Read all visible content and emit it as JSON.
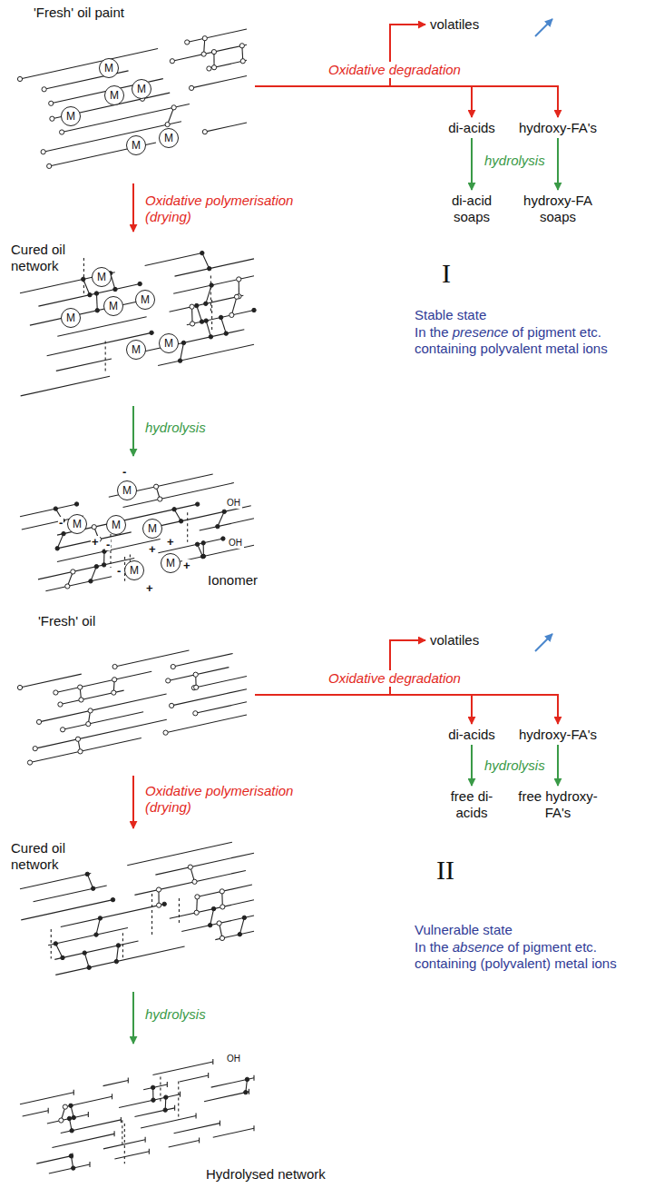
{
  "diagram": {
    "nodes": [
      {
        "text": [
          "'Fresh' oil paint"
        ]
      },
      {
        "text": [
          "volatiles"
        ]
      },
      {
        "text": [
          "di-acids"
        ]
      },
      {
        "text": [
          "hydroxy-FA's"
        ]
      },
      {
        "text": [
          "di-acid soaps"
        ]
      },
      {
        "text": [
          "hydroxy-FA soaps"
        ]
      },
      {
        "text": [
          "Cured oil network"
        ]
      },
      {
        "text": [
          "Ionomer"
        ]
      },
      {
        "text": [
          "M"
        ],
        "in": 0
      },
      {
        "text": [
          "M"
        ],
        "in": 0
      },
      {
        "text": [
          "M"
        ],
        "in": 0
      },
      {
        "text": [
          "M"
        ],
        "in": 0
      },
      {
        "text": [
          "M"
        ],
        "in": 0
      },
      {
        "text": [
          "M"
        ],
        "in": 0
      },
      {
        "text": [
          "M"
        ],
        "in": 6
      },
      {
        "text": [
          "M"
        ],
        "in": 6
      },
      {
        "text": [
          "M"
        ],
        "in": 6
      },
      {
        "text": [
          "M"
        ],
        "in": 6
      },
      {
        "text": [
          "M"
        ],
        "in": 6
      },
      {
        "text": [
          "M"
        ],
        "in": 6
      },
      {
        "text": [
          "M"
        ],
        "in": 7
      },
      {
        "text": [
          "M"
        ],
        "in": 7
      },
      {
        "text": [
          "M"
        ],
        "in": 7
      },
      {
        "text": [
          "M"
        ],
        "in": 7
      },
      {
        "text": [
          "M"
        ],
        "in": 7
      },
      {
        "text": [
          "M"
        ],
        "in": 7
      },
      {
        "text": [
          "'Fresh' oil"
        ]
      },
      {
        "text": [
          "volatiles"
        ]
      },
      {
        "text": [
          "di-acids"
        ]
      },
      {
        "text": [
          "hydroxy-FA's"
        ]
      },
      {
        "text": [
          "free di-acids"
        ]
      },
      {
        "text": [
          "free hydroxy-FA's"
        ]
      },
      {
        "text": [
          "Cured oil network"
        ]
      },
      {
        "text": [
          "Hydrolysed network"
        ]
      }
    ],
    "edges": [
      {
        "from": 0,
        "to": 6,
        "arrow": "to",
        "label": "Oxidative polymerisation (drying)"
      },
      {
        "from": 6,
        "to": 7,
        "arrow": "to",
        "label": "hydrolysis"
      },
      {
        "from": 0,
        "to": 1,
        "arrow": "to",
        "label": "Oxidative degradation"
      },
      {
        "from": 0,
        "to": 2,
        "arrow": "to"
      },
      {
        "from": 0,
        "to": 3,
        "arrow": "to"
      },
      {
        "from": 2,
        "to": 4,
        "arrow": "to"
      },
      {
        "from": 3,
        "to": 5,
        "arrow": "to"
      },
      {
        "from": 26,
        "to": 32,
        "arrow": "to",
        "label": "Oxidative polymerisation (drying)"
      },
      {
        "from": 32,
        "to": 33,
        "arrow": "to",
        "label": "hydrolysis"
      },
      {
        "from": 26,
        "to": 27,
        "arrow": "to",
        "label": "Oxidative degradation"
      },
      {
        "from": 26,
        "to": 28,
        "arrow": "to"
      },
      {
        "from": 26,
        "to": 29,
        "arrow": "to"
      },
      {
        "from": 28,
        "to": 30,
        "arrow": "to"
      },
      {
        "from": 29,
        "to": 31,
        "arrow": "to"
      }
    ],
    "labels": [
      "hydrolysis",
      "I",
      "Stable state",
      "In the presence of pigment etc. containing polyvalent metal ions",
      "OH",
      "OH",
      "-",
      "-",
      "+",
      "-",
      "+",
      "+",
      "-",
      "+",
      "+",
      "hydrolysis",
      "II",
      "Vulnerable state",
      "In the absence of pigment etc. containing (polyvalent) metal ions",
      "OH"
    ]
  }
}
